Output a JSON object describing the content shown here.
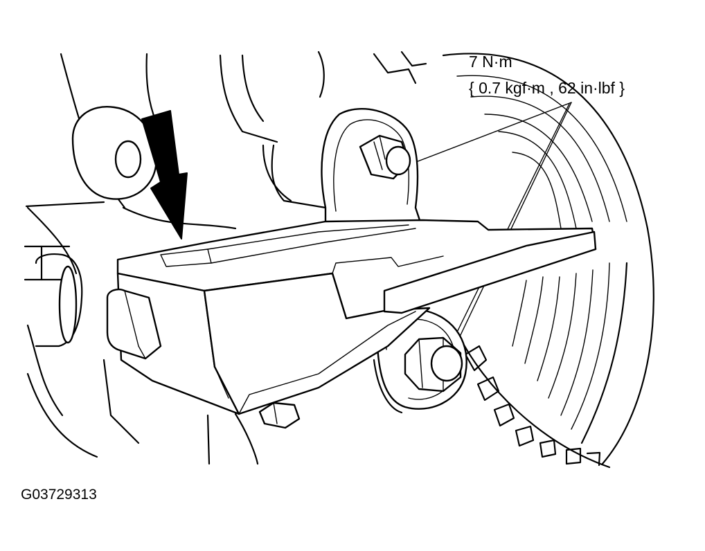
{
  "figure": {
    "torque_nm": "7 N·m",
    "torque_alt": "{ 0.7 kgf·m , 62 in·lbf }",
    "figure_id": "G03729313"
  },
  "colors": {
    "line": "#000000",
    "background": "#ffffff"
  },
  "icons": {
    "install_direction": "down-arrow-icon"
  }
}
